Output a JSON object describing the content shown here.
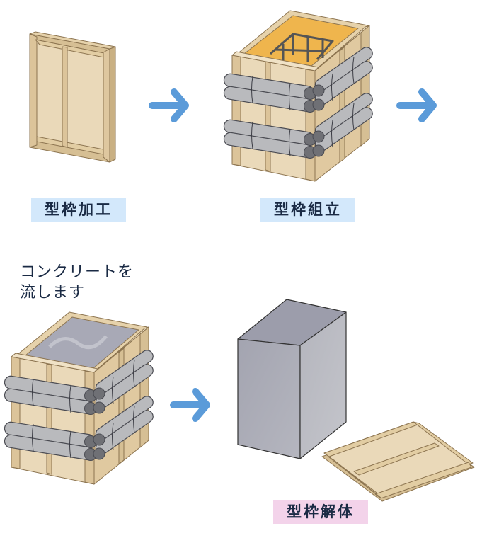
{
  "title": "型枠工程",
  "steps": [
    {
      "id": "fabrication",
      "label": "型枠加工",
      "label_bg": "#d3e8fb"
    },
    {
      "id": "assembly",
      "label": "型枠組立",
      "label_bg": "#d3e8fb"
    },
    {
      "id": "pouring",
      "caption": "コンクリートを\n流します"
    },
    {
      "id": "removal",
      "label": "型枠解体",
      "label_bg": "#f3d3ea"
    }
  ],
  "icons": {
    "arrow": "right-arrow-icon",
    "panel": "formwork-panel-icon",
    "box": "formwork-box-icon",
    "concrete": "concrete-block-icon"
  },
  "colors": {
    "arrow": "#5b9bd9",
    "wood": "#ead9b9",
    "wood_dark": "#d6bf94",
    "wood_outline": "#8c7450",
    "pipe": "#b9babd",
    "pipe_dark": "#6f7075",
    "rebar_inner": "#efb54d",
    "concrete": "#a9a9b3",
    "text": "#1a2a44"
  }
}
